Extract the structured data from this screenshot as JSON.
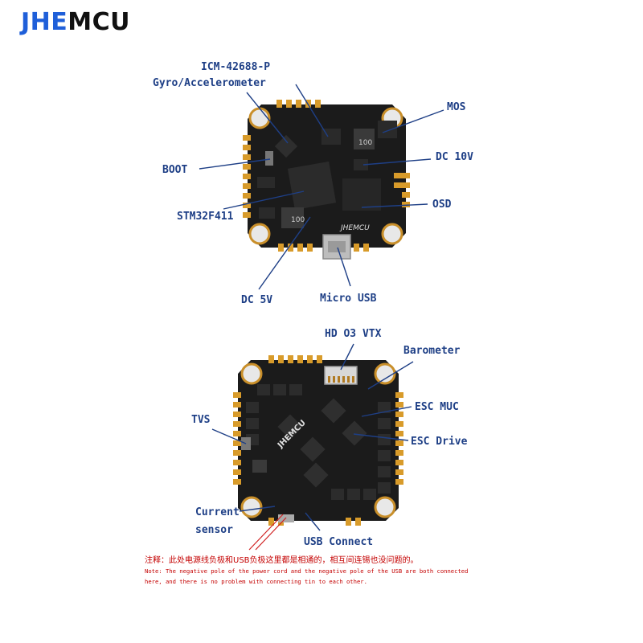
{
  "brand": {
    "part1": "JHE",
    "part2": "MCU"
  },
  "top_board": {
    "silkscreen": "JHEMCU",
    "chip_labels": {
      "inductor": "100",
      "inductor2": "100"
    },
    "labels": {
      "icm": "ICM-42688-P",
      "gyro": "Gyro/Accelerometer",
      "mos": "MOS",
      "boot": "BOOT",
      "dc10v": "DC 10V",
      "osd": "OSD",
      "stm": "STM32F411",
      "dc5v": "DC 5V",
      "microusb": "Micro USB"
    }
  },
  "bottom_board": {
    "silkscreen": "JHEMCU",
    "labels": {
      "hdvtx": "HD O3 VTX",
      "barometer": "Barometer",
      "escmuc": "ESC MUC",
      "tvs": "TVS",
      "escdrive": "ESC Drive",
      "current": "Current",
      "sensor": "sensor",
      "usb": "USB Connect"
    }
  },
  "note": {
    "chinese": "注释：此处电源线负极和USB负极这里都是相通的，相互间连锡也没问题的。",
    "english": "Note: The negative pole of the power cord and the negative pole of the USB are both connected here, and there is no problem with connecting tin to each other."
  },
  "colors": {
    "label": "#1e3f86",
    "note": "#c40000",
    "brand_blue": "#1f5fd9",
    "pcb": "#1b1b1b",
    "pad": "#d89b2a"
  }
}
